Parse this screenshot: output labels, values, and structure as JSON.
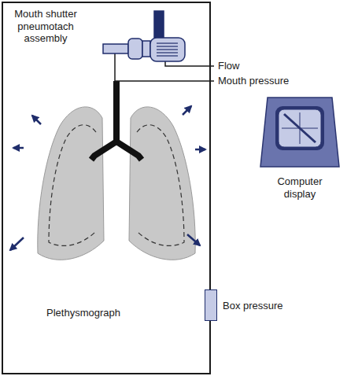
{
  "diagram": {
    "nodes": [
      {
        "text": [
          "Plethysmograph"
        ]
      },
      {
        "text": [
          "Computer display"
        ]
      },
      {
        "text": [
          "Box pressure"
        ]
      }
    ],
    "labels": [
      "Mouth shutter pneumotach assembly",
      "Flow",
      "Mouth pressure"
    ]
  }
}
